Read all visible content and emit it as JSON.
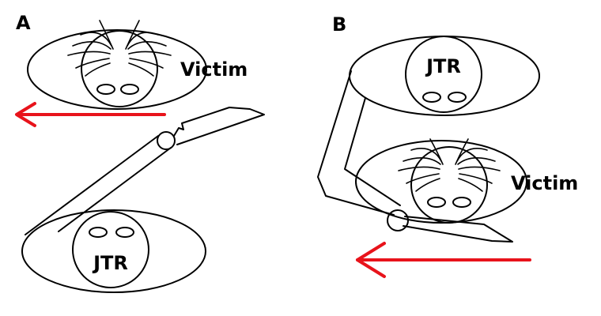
{
  "panels": [
    {
      "letter": "A",
      "top_label": "Victim",
      "bottom_label": "JTR"
    },
    {
      "letter": "B",
      "top_label": "JTR",
      "bottom_label": "Victim"
    }
  ],
  "colors": {
    "arrow": "#e8131b",
    "stroke": "#000000"
  }
}
